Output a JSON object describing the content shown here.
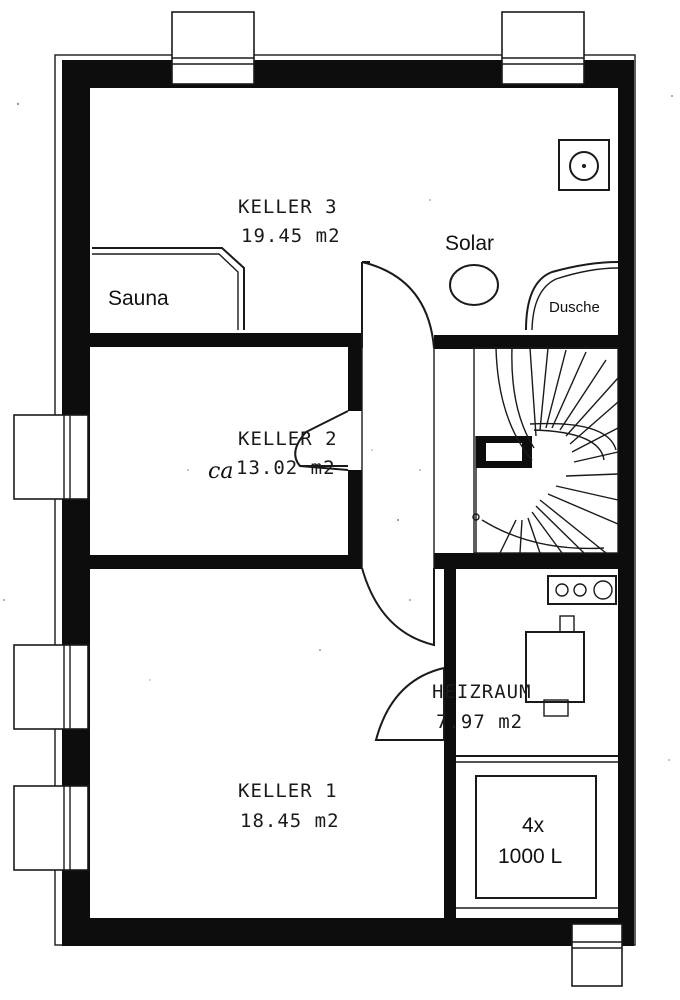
{
  "rooms": {
    "keller3": {
      "name": "KELLER 3",
      "area": "19.45 m2"
    },
    "keller2": {
      "name": "KELLER 2",
      "area": "13.02 m2",
      "prefix": "ca"
    },
    "keller1": {
      "name": "KELLER 1",
      "area": "18.45 m2"
    },
    "heizraum": {
      "name": "HEIZRAUM",
      "area": "7.97 m2"
    }
  },
  "labels": {
    "sauna": "Sauna",
    "solar": "Solar",
    "dusche": "Dusche",
    "tank_count": "4x",
    "tank_volume": "1000 L"
  },
  "colors": {
    "wall": "#0d0d0d",
    "line": "#1a1a1a",
    "paper": "#ffffff"
  }
}
